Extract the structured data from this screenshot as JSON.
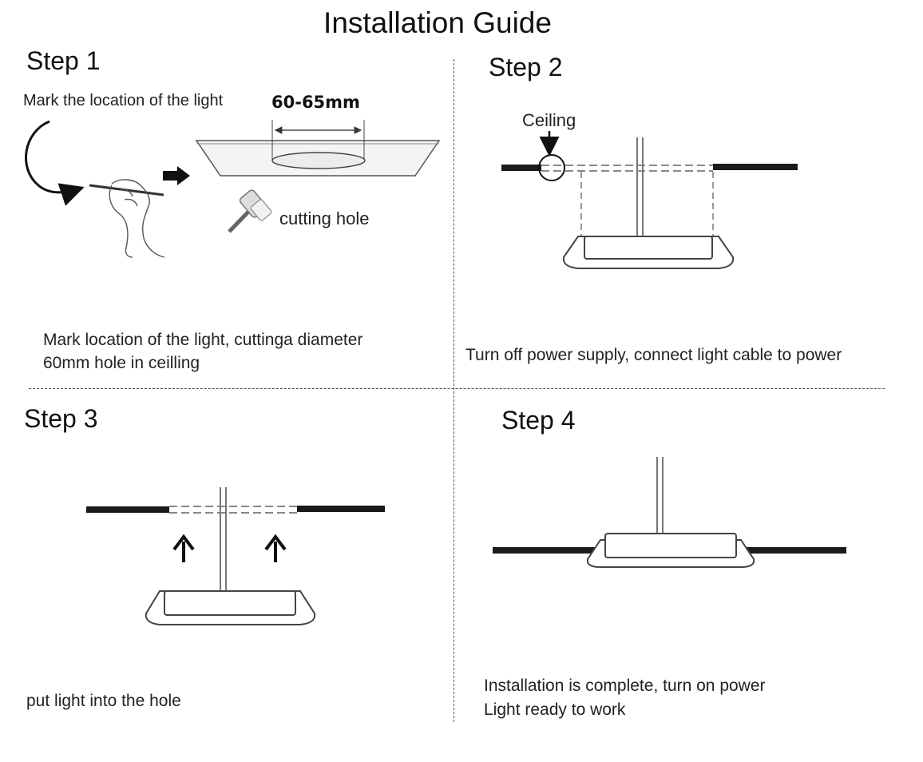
{
  "title": "Installation Guide",
  "steps": [
    {
      "label": "Step 1",
      "caption_lines": [
        "Mark location of the light, cuttinga diameter",
        "60mm hole in ceilling"
      ],
      "note": "Mark the location of the light",
      "dimension": "60-65mm",
      "tool_label": "cutting hole"
    },
    {
      "label": "Step 2",
      "caption_lines": [
        "Turn off power supply, connect light cable to power"
      ],
      "callout": "Ceiling"
    },
    {
      "label": "Step 3",
      "caption_lines": [
        "put light into the hole"
      ]
    },
    {
      "label": "Step 4",
      "caption_lines": [
        "Installation is complete, turn on power",
        "Light ready to work"
      ]
    }
  ]
}
